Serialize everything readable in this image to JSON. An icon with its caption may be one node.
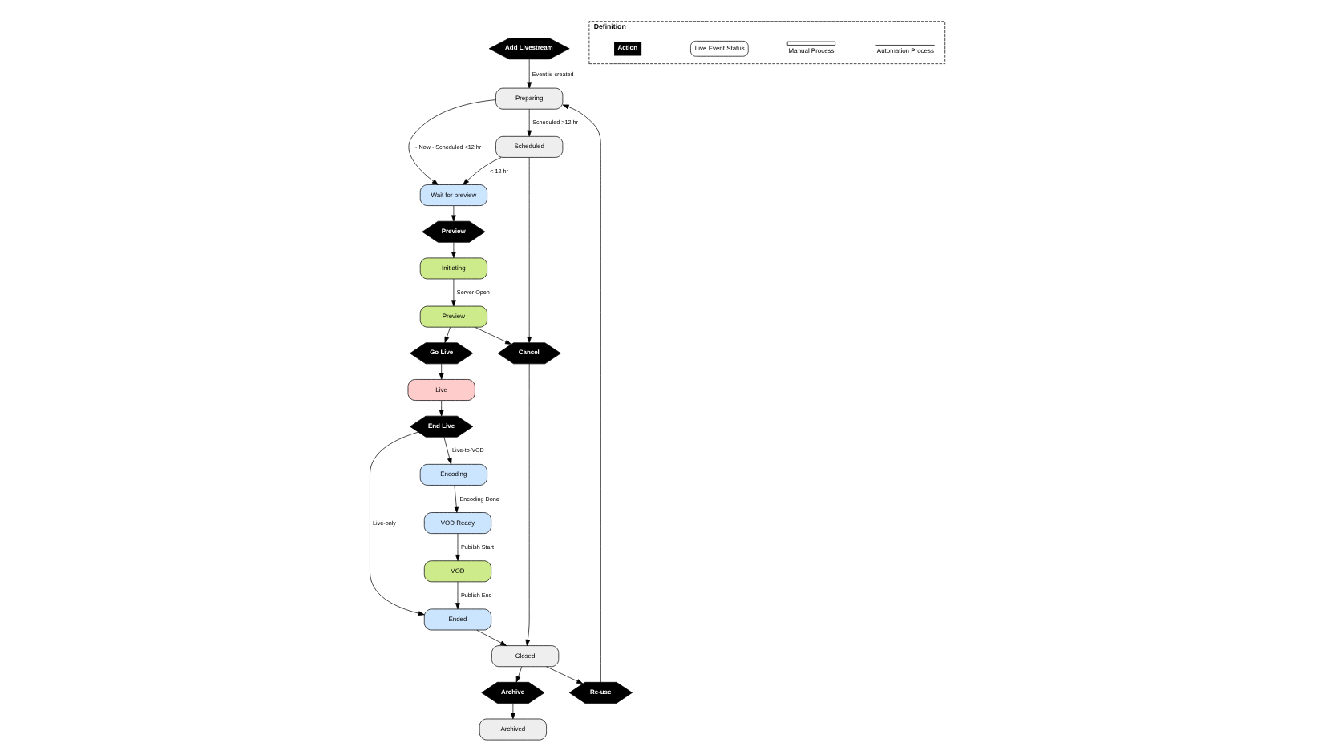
{
  "diagram": {
    "nodes": [
      {
        "text": [
          "Add Livestream"
        ]
      },
      {
        "text": [
          "Preparing"
        ]
      },
      {
        "text": [
          "Wait for preview"
        ]
      },
      {
        "text": [
          "Scheduled"
        ]
      },
      {
        "text": [
          "Initiating"
        ]
      },
      {
        "text": [
          "Preview"
        ]
      },
      {
        "text": [
          "Go Live"
        ]
      },
      {
        "text": [
          "Preview"
        ]
      },
      {
        "text": [
          "Live"
        ]
      },
      {
        "text": [
          "Cancel"
        ]
      },
      {
        "text": [
          "Ended"
        ]
      },
      {
        "text": [
          "End Live"
        ]
      },
      {
        "text": [
          "Re-use"
        ]
      },
      {
        "text": [
          "Closed"
        ]
      },
      {
        "text": [
          "Encoding"
        ]
      },
      {
        "text": [
          "Archived"
        ]
      },
      {
        "text": [
          "Archive"
        ]
      },
      {
        "text": [
          "VOD"
        ]
      },
      {
        "text": [
          "VOD Ready"
        ]
      },
      {
        "text": [
          "Definition"
        ]
      }
    ],
    "edges": [
      {
        "from": 0,
        "to": 1,
        "arrow": "to",
        "label": "Event is created"
      },
      {
        "from": 1,
        "to": 2,
        "arrow": "to",
        "label": "- Now - Scheduled <12 hr"
      },
      {
        "from": 1,
        "to": 3,
        "arrow": "to",
        "label": "Scheduled >12 hr"
      },
      {
        "from": 3,
        "to": 2,
        "arrow": "to",
        "label": "< 12 hr"
      },
      {
        "from": 2,
        "to": 7,
        "arrow": "to"
      },
      {
        "from": 7,
        "to": 4,
        "arrow": "to"
      },
      {
        "from": 4,
        "to": 5,
        "arrow": "to",
        "label": "Server Open"
      },
      {
        "from": 5,
        "to": 6,
        "arrow": "to"
      },
      {
        "from": 6,
        "to": 8,
        "arrow": "to"
      },
      {
        "from": 5,
        "to": 9,
        "arrow": "to"
      },
      {
        "from": 3,
        "to": 9,
        "arrow": "to"
      },
      {
        "from": 8,
        "to": 11,
        "arrow": "to"
      },
      {
        "from": 11,
        "to": 10,
        "arrow": "to",
        "label": "Live-only"
      },
      {
        "from": 11,
        "to": 14,
        "arrow": "to",
        "label": "Live-to-VOD"
      },
      {
        "from": 10,
        "to": 13,
        "arrow": "to"
      },
      {
        "from": 9,
        "to": 13,
        "arrow": "to"
      },
      {
        "from": 13,
        "to": 12,
        "arrow": "to"
      },
      {
        "from": 12,
        "to": 1,
        "arrow": "to"
      },
      {
        "from": 13,
        "to": 16,
        "arrow": "to"
      },
      {
        "from": 16,
        "to": 15,
        "arrow": "to"
      },
      {
        "from": 14,
        "to": 18,
        "arrow": "to",
        "label": "Encoding Done"
      },
      {
        "from": 18,
        "to": 17,
        "arrow": "to",
        "label": "Pubilsh Start"
      },
      {
        "from": 17,
        "to": 10,
        "arrow": "to",
        "label": "Publish End"
      }
    ],
    "legend": [
      {
        "text": "Action"
      },
      {
        "text": "Live Event Status"
      },
      {
        "text": "Manual Process"
      },
      {
        "text": "Automation Process"
      }
    ]
  }
}
